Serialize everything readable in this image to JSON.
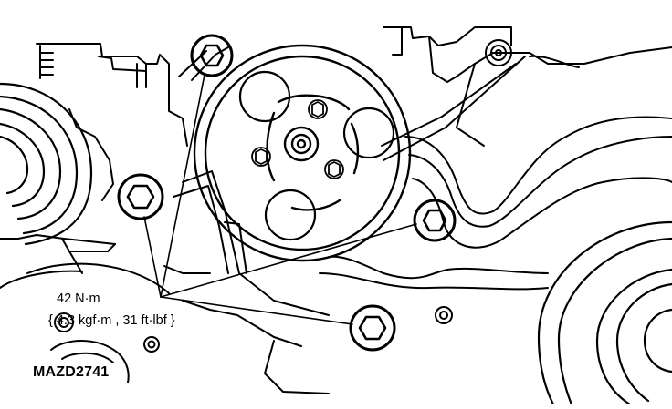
{
  "diagram": {
    "torque_spec": {
      "metric": "42 N·m",
      "imperial": "{ 4.3 kgf·m , 31 ft·lbf }"
    },
    "figure_id": "MAZD2741",
    "colors": {
      "ink": "#000000",
      "paper": "#ffffff"
    }
  }
}
